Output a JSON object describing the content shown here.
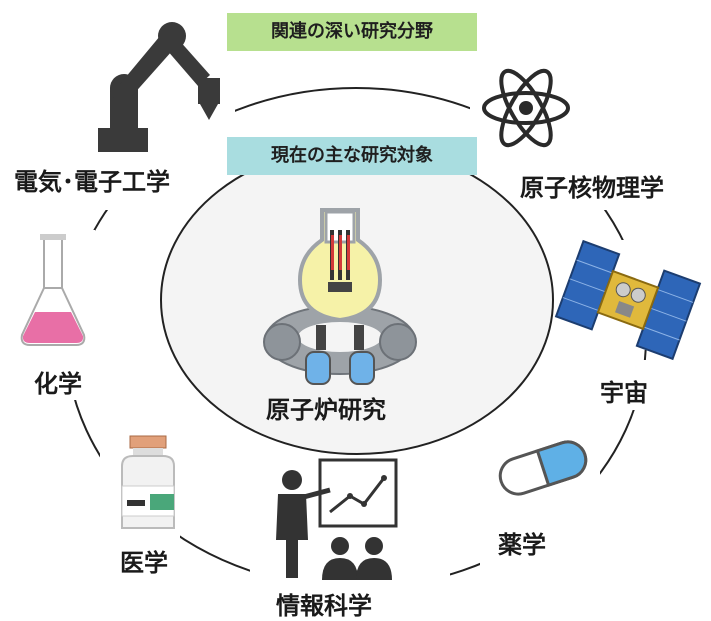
{
  "banners": {
    "related_fields": "関連の深い研究分野",
    "current_targets": "現在の主な研究対象"
  },
  "center": {
    "label": "原子炉研究"
  },
  "fields": {
    "electrical": "電気･電子工学",
    "nuclear_physics": "原子核物理学",
    "chemistry": "化学",
    "space": "宇宙",
    "medicine": "医学",
    "pharmacy": "薬学",
    "informatics": "情報科学"
  },
  "colors": {
    "banner_green": "#b7e08f",
    "banner_teal": "#a9dde0",
    "center_fill": "#f5f5f5"
  }
}
